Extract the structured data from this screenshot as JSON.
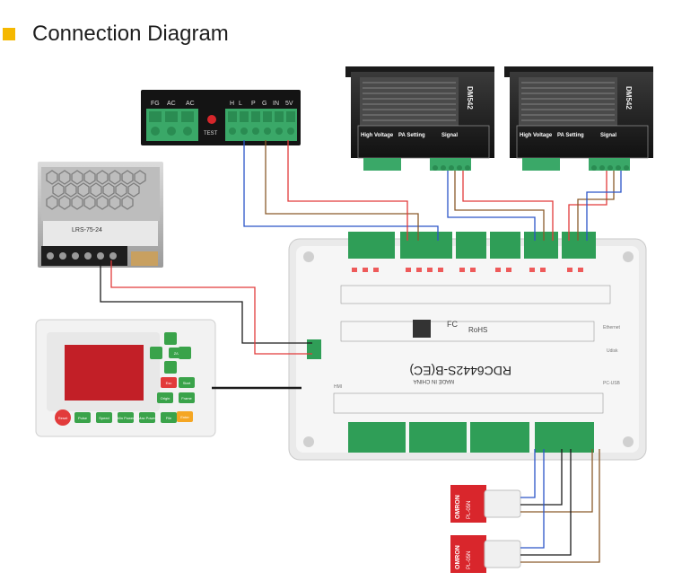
{
  "header": {
    "title": "Connection Diagram",
    "accent": "#f5b800"
  },
  "laser_psu": {
    "terminals": [
      "FG",
      "AC",
      "AC",
      "H",
      "L",
      "P",
      "G",
      "IN",
      "5V"
    ],
    "test_label": "TEST"
  },
  "stepper_drivers": [
    {
      "model": "DM542",
      "sections": [
        "High Voltage",
        "PA Setting",
        "Signal"
      ]
    },
    {
      "model": "DM542",
      "sections": [
        "High Voltage",
        "PA Setting",
        "Signal"
      ]
    }
  ],
  "psu_24v": {
    "model": "LRS-75-24"
  },
  "panel": {
    "buttons": [
      {
        "label": "Reset",
        "color": "#e23b3b"
      },
      {
        "label": "Pulse",
        "color": "#3aa34a"
      },
      {
        "label": "Speed",
        "color": "#3aa34a"
      },
      {
        "label": "Min Power",
        "color": "#3aa34a"
      },
      {
        "label": "Max Power",
        "color": "#3aa34a"
      },
      {
        "label": "File",
        "color": "#3aa34a"
      },
      {
        "label": "Esc",
        "color": "#e23b3b"
      },
      {
        "label": "Z/U",
        "color": "#3aa34a"
      },
      {
        "label": "Origin",
        "color": "#3aa34a"
      },
      {
        "label": "Frame",
        "color": "#3aa34a"
      },
      {
        "label": "Start",
        "color": "#3aa34a"
      },
      {
        "label": "Enter",
        "color": "#f5a623"
      }
    ]
  },
  "controller": {
    "model": "RDC6442S-B(EC)",
    "made_in": "MADE IN CHINA",
    "rohs": "RoHS",
    "fc": "FC",
    "ports": [
      "Ethernet",
      "Udisk",
      "PC-USB",
      "HMI"
    ]
  },
  "sensors": [
    {
      "brand": "OMRON",
      "model": "PL-05N"
    },
    {
      "brand": "OMRON",
      "model": "PL-05N"
    }
  ],
  "colors": {
    "wire_red": "#e23b3b",
    "wire_blue": "#2b55c8",
    "wire_brown": "#8a5a2b",
    "wire_black": "#1b1b1b",
    "terminal_green": "#2f9e57"
  }
}
